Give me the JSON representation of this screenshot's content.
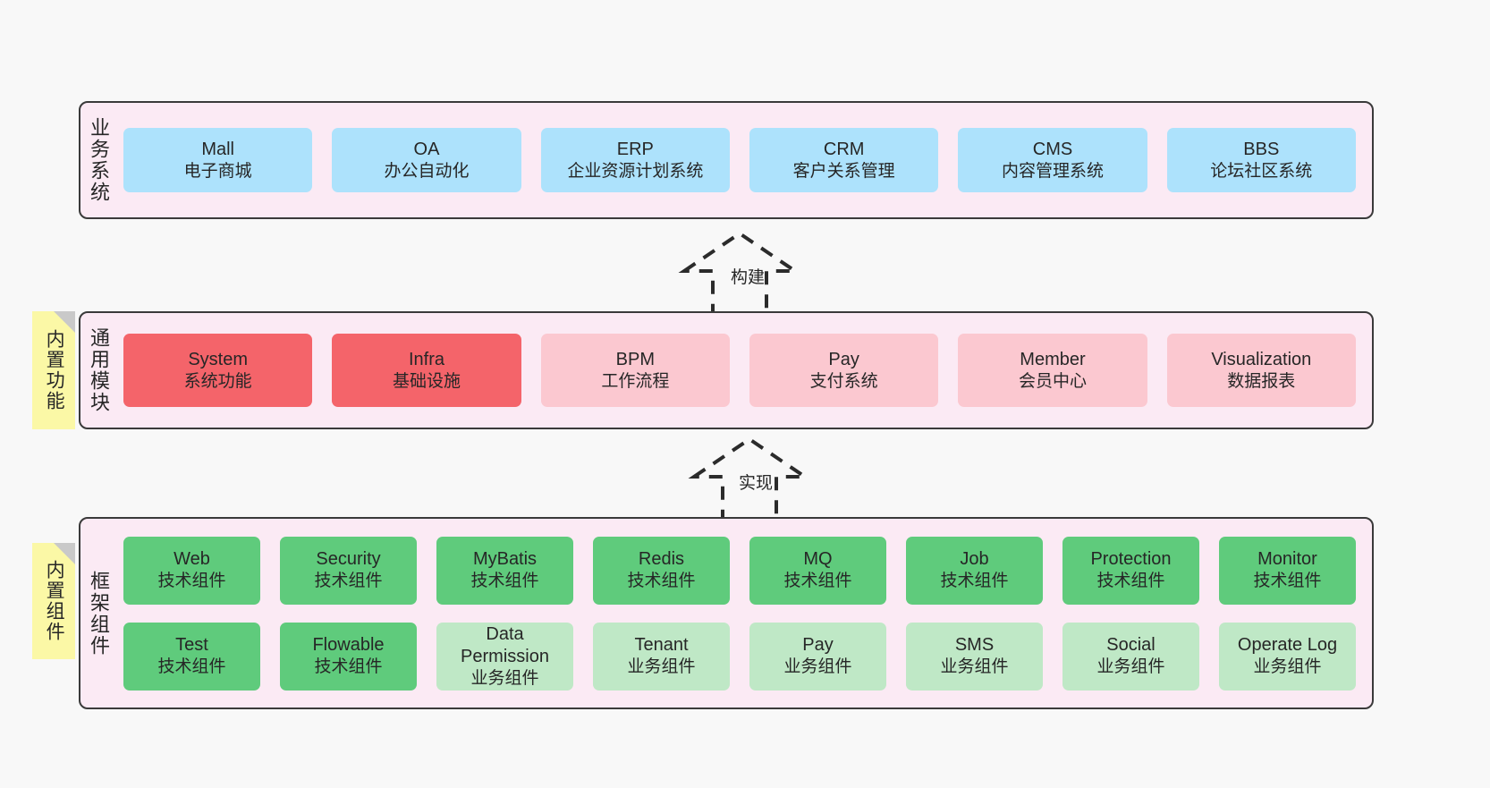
{
  "diagram": {
    "background_color": "#f8f8f8",
    "panel_color": "#fbeaf4",
    "note_color": "#fbf8a6"
  },
  "notes": [
    {
      "label": "内置功能"
    },
    {
      "label": "内置组件"
    }
  ],
  "connectors": [
    {
      "label": "构建",
      "style": "dashed-hollow-arrow-up"
    },
    {
      "label": "实现",
      "style": "dashed-hollow-arrow-up"
    }
  ],
  "layers": [
    {
      "title": "业务系统",
      "accent": "#ade2fc",
      "rows": [
        {
          "cards": [
            {
              "title": "Mall",
              "sub": "电子商城",
              "color": "#ade2fc"
            },
            {
              "title": "OA",
              "sub": "办公自动化",
              "color": "#ade2fc"
            },
            {
              "title": "ERP",
              "sub": "企业资源计划系统",
              "color": "#ade2fc"
            },
            {
              "title": "CRM",
              "sub": "客户关系管理",
              "color": "#ade2fc"
            },
            {
              "title": "CMS",
              "sub": "内容管理系统",
              "color": "#ade2fc"
            },
            {
              "title": "BBS",
              "sub": "论坛社区系统",
              "color": "#ade2fc"
            }
          ]
        }
      ]
    },
    {
      "title": "通用模块",
      "accent": "#f4646a",
      "rows": [
        {
          "cards": [
            {
              "title": "System",
              "sub": "系统功能",
              "color": "#f4646a"
            },
            {
              "title": "Infra",
              "sub": "基础设施",
              "color": "#f4646a"
            },
            {
              "title": "BPM",
              "sub": "工作流程",
              "color": "#fbc8d0"
            },
            {
              "title": "Pay",
              "sub": "支付系统",
              "color": "#fbc8d0"
            },
            {
              "title": "Member",
              "sub": "会员中心",
              "color": "#fbc8d0"
            },
            {
              "title": "Visualization",
              "sub": "数据报表",
              "color": "#fbc8d0"
            }
          ]
        }
      ]
    },
    {
      "title": "框架组件",
      "accent": "#5fcb7c",
      "rows": [
        {
          "cards": [
            {
              "title": "Web",
              "sub": "技术组件",
              "color": "#5fcb7c"
            },
            {
              "title": "Security",
              "sub": "技术组件",
              "color": "#5fcb7c"
            },
            {
              "title": "MyBatis",
              "sub": "技术组件",
              "color": "#5fcb7c"
            },
            {
              "title": "Redis",
              "sub": "技术组件",
              "color": "#5fcb7c"
            },
            {
              "title": "MQ",
              "sub": "技术组件",
              "color": "#5fcb7c"
            },
            {
              "title": "Job",
              "sub": "技术组件",
              "color": "#5fcb7c"
            },
            {
              "title": "Protection",
              "sub": "技术组件",
              "color": "#5fcb7c"
            },
            {
              "title": "Monitor",
              "sub": "技术组件",
              "color": "#5fcb7c"
            }
          ]
        },
        {
          "cards": [
            {
              "title": "Test",
              "sub": "技术组件",
              "color": "#5fcb7c"
            },
            {
              "title": "Flowable",
              "sub": "技术组件",
              "color": "#5fcb7c"
            },
            {
              "title": "Data Permission",
              "sub": "业务组件",
              "color": "#bfe8c6"
            },
            {
              "title": "Tenant",
              "sub": "业务组件",
              "color": "#bfe8c6"
            },
            {
              "title": "Pay",
              "sub": "业务组件",
              "color": "#bfe8c6"
            },
            {
              "title": "SMS",
              "sub": "业务组件",
              "color": "#bfe8c6"
            },
            {
              "title": "Social",
              "sub": "业务组件",
              "color": "#bfe8c6"
            },
            {
              "title": "Operate Log",
              "sub": "业务组件",
              "color": "#bfe8c6"
            }
          ]
        }
      ]
    }
  ]
}
